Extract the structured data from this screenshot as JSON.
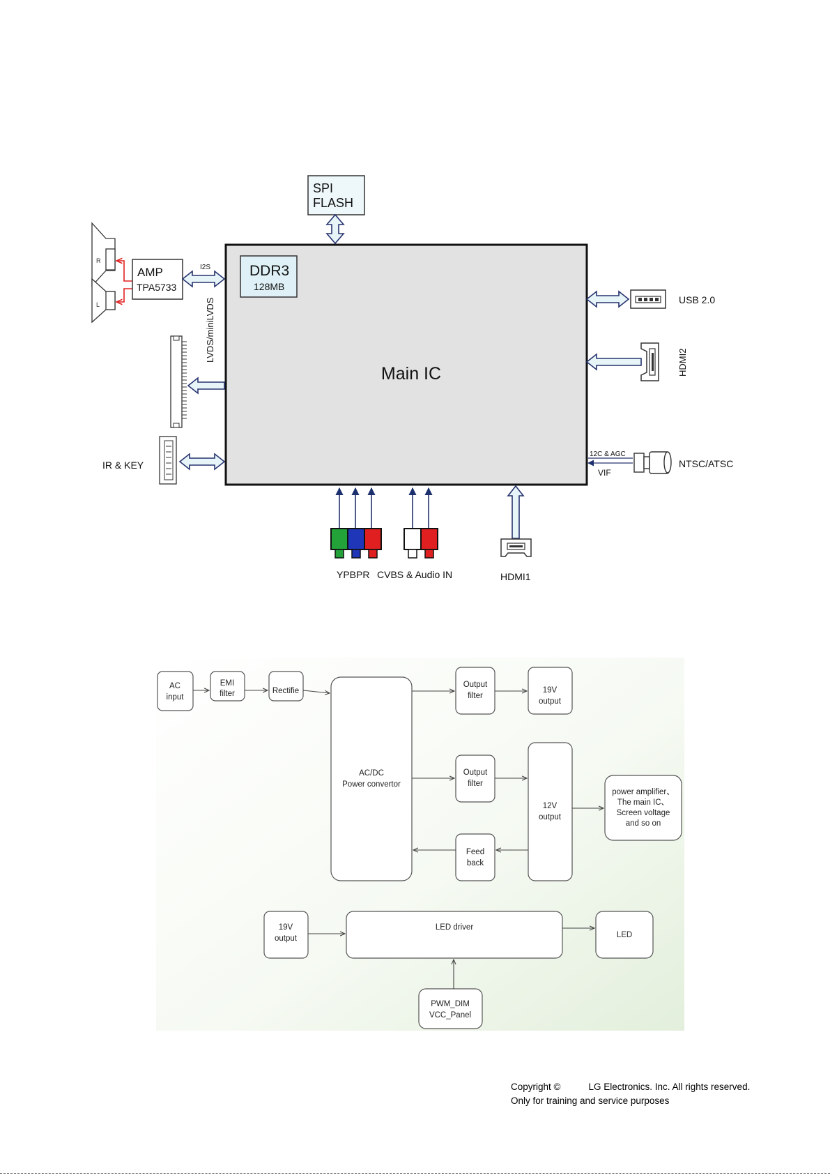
{
  "main_diagram": {
    "main_ic": "Main IC",
    "spi_flash": [
      "SPI",
      "FLASH"
    ],
    "ddr3": [
      "DDR3",
      "128MB"
    ],
    "amp": [
      "AMP",
      "TPA5733"
    ],
    "i2s": "I2S",
    "speaker_r": "R",
    "speaker_l": "L",
    "lvds": "LVDS/miniLVDS",
    "ir_key": "IR & KEY",
    "usb": "USB 2.0",
    "hdmi2": "HDMI2",
    "i2c_agc": "12C & AGC",
    "vif": "VIF",
    "tuner": "NTSC/ATSC",
    "ypbpr": "YPBPR",
    "cvbs_audio": "CVBS & Audio IN",
    "hdmi1": "HDMI1"
  },
  "power_diagram": {
    "ac_input": [
      "AC",
      "input"
    ],
    "emi_filter": [
      "EMI",
      "filter"
    ],
    "rectifie": [
      "Rectifie"
    ],
    "acdc": [
      "AC/DC",
      "Power convertor"
    ],
    "output_filter_1": [
      "Output",
      "filter"
    ],
    "out_19v": [
      "19V",
      "output"
    ],
    "output_filter_2": [
      "Output",
      "filter"
    ],
    "out_12v": [
      "12V",
      "output"
    ],
    "loads": [
      "power amplifier、",
      "The main IC、",
      "Screen voltage",
      "and so on"
    ],
    "feedback": [
      "Feed",
      "back"
    ],
    "out_19v_b": [
      "19V",
      "output"
    ],
    "led_driver": [
      "LED driver"
    ],
    "led": [
      "LED"
    ],
    "pwm": [
      "PWM_DIM",
      "VCC_Panel"
    ]
  },
  "footer": {
    "copyright_label": "Copyright ©",
    "company": "LG Electronics. Inc. All rights reserved.",
    "purpose": "Only for training and service purposes"
  }
}
